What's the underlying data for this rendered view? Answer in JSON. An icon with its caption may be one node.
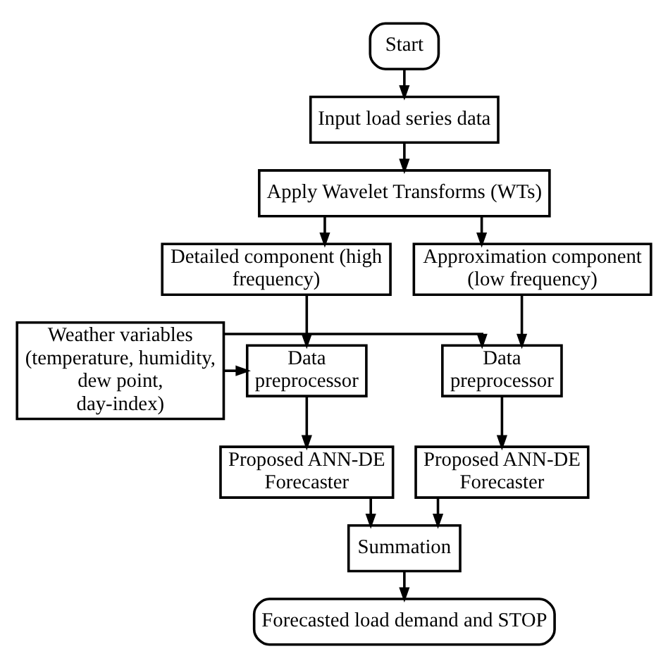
{
  "diagram": {
    "nodes": [
      {
        "text": [
          "Start"
        ]
      },
      {
        "text": [
          "Input load series data"
        ]
      },
      {
        "text": [
          "Apply Wavelet Transforms (WTs)"
        ]
      },
      {
        "text": [
          "Detailed component (high frequency)"
        ]
      },
      {
        "text": [
          "Approximation component (low frequency)"
        ]
      },
      {
        "text": [
          "Weather variables (temperature, humidity, dew point, day-index)"
        ]
      },
      {
        "text": [
          "Data preprocessor"
        ]
      },
      {
        "text": [
          "Data preprocessor"
        ]
      },
      {
        "text": [
          "Proposed ANN-DE Forecaster"
        ]
      },
      {
        "text": [
          "Proposed ANN-DE Forecaster"
        ]
      },
      {
        "text": [
          "Summation"
        ]
      },
      {
        "text": [
          "Forecasted load demand and STOP"
        ]
      }
    ],
    "edges": [
      {
        "from": 0,
        "to": 1,
        "arrow": "to"
      },
      {
        "from": 1,
        "to": 2,
        "arrow": "to"
      },
      {
        "from": 2,
        "to": 3,
        "arrow": "to"
      },
      {
        "from": 2,
        "to": 4,
        "arrow": "to"
      },
      {
        "from": 3,
        "to": 6,
        "arrow": "to"
      },
      {
        "from": 5,
        "to": 6,
        "arrow": "to"
      },
      {
        "from": 5,
        "to": 7,
        "arrow": "to"
      },
      {
        "from": 4,
        "to": 7,
        "arrow": "to"
      },
      {
        "from": 6,
        "to": 8,
        "arrow": "to"
      },
      {
        "from": 7,
        "to": 9,
        "arrow": "to"
      },
      {
        "from": 8,
        "to": 10,
        "arrow": "to"
      },
      {
        "from": 9,
        "to": 10,
        "arrow": "to"
      },
      {
        "from": 10,
        "to": 11,
        "arrow": "to"
      }
    ]
  }
}
